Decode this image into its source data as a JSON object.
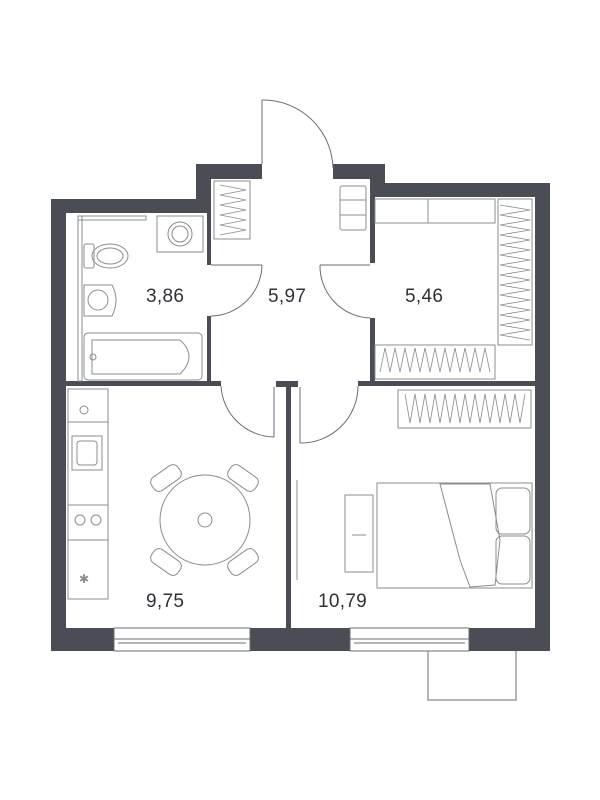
{
  "rooms": [
    {
      "id": "bathroom",
      "area": "3,86"
    },
    {
      "id": "hallway",
      "area": "5,97"
    },
    {
      "id": "wardrobe-room",
      "area": "5,46"
    },
    {
      "id": "kitchen",
      "area": "9,75"
    },
    {
      "id": "bedroom",
      "area": "10,79"
    }
  ],
  "colors": {
    "wall": "#4a4d55",
    "line": "#6a6d73",
    "fixture": "#8a8c90",
    "text": "#2f3136",
    "background": "#ffffff"
  }
}
